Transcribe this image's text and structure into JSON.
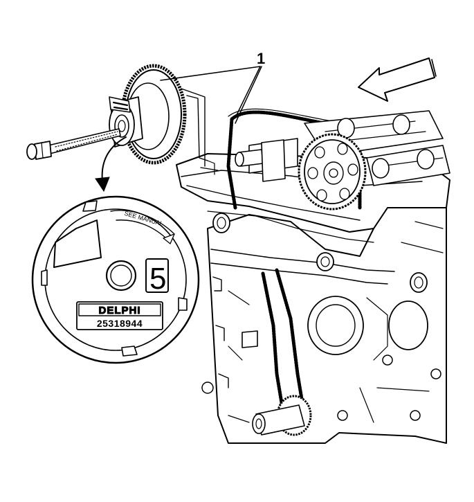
{
  "diagram": {
    "callout_number": "1",
    "detail": {
      "label_see_manual": "SEE MANUAL",
      "timing_mark": "5",
      "brand": "DELPHI",
      "part_number": "25318944"
    }
  }
}
